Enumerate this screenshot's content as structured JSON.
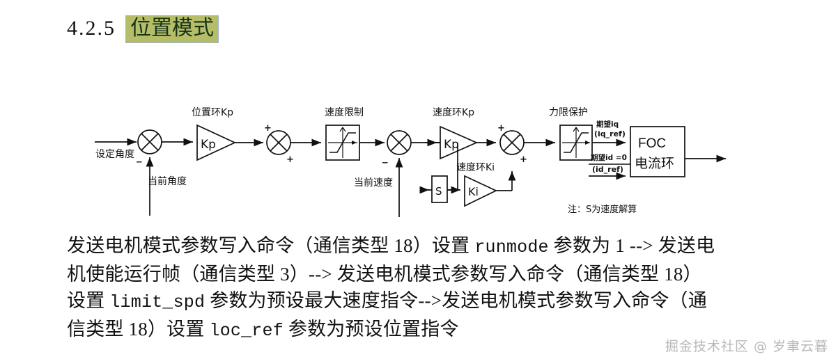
{
  "heading": {
    "number": "4.2.5",
    "title": "位置模式",
    "highlight_color": "#b5bd68"
  },
  "diagram": {
    "inputs": {
      "set_angle": "设定角度",
      "current_angle": "当前角度",
      "current_speed": "当前速度"
    },
    "blocks": {
      "position_kp_label": "位置环Kp",
      "position_kp_symbol": "Kp",
      "speed_limit_label": "速度限制",
      "speed_kp_label": "速度环Kp",
      "speed_kp_symbol": "Kp",
      "speed_ki_label": "速度环Ki",
      "speed_ki_symbol": "Ki",
      "s_block_symbol": "S",
      "torque_limit_label": "力限保护",
      "foc_line1": "FOC",
      "foc_line2": "电流环"
    },
    "signals": {
      "iq_ref_line1": "期望iq",
      "iq_ref_line2": "(iq_ref)",
      "id_ref_line1": "期望id =0",
      "id_ref_line2": "(id_ref)"
    },
    "junction_signs": {
      "sum1_minus": "_",
      "sum2_plus_top": "+",
      "sum2_plus_bottom": "+",
      "sum3_minus": "_",
      "sum4_plus_top": "+",
      "sum4_plus_bottom": "+"
    },
    "note": "注：S为速度解算"
  },
  "body_text": {
    "line1_a": "发送电机模式参数写入命令（通信类型 18）设置 ",
    "line1_mono": "runmode",
    "line1_b": " 参数为 1 --> 发送电",
    "line2": "机使能运行帧（通信类型 3）--> 发送电机模式参数写入命令（通信类型 18）",
    "line3_a": "设置 ",
    "line3_mono": "limit_spd",
    "line3_b": " 参数为预设最大速度指令-->发送电机模式参数写入命令（通",
    "line4_a": "信类型 18）设置 ",
    "line4_mono": "loc_ref",
    "line4_b": " 参数为预设位置指令"
  },
  "watermark": "掘金技术社区 @ 岁聿云暮"
}
